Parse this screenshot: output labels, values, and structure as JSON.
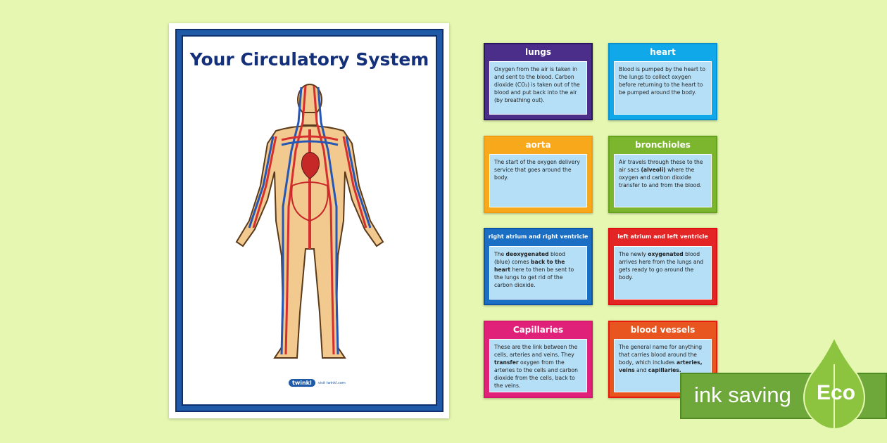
{
  "poster": {
    "title": "Your Circulatory System",
    "logo_text": "twinkl",
    "logo_url": "visit twinkl.com"
  },
  "cards": [
    {
      "title": "lungs",
      "color": "#4a2e8a",
      "border": "#2b1666",
      "small": false,
      "body": [
        {
          "t": "Oxygen from the air is taken in and sent to the blood. Carbon dioxide (CO₂) is taken out of the blood and put back into the air (by breathing out)."
        }
      ]
    },
    {
      "title": "heart",
      "color": "#10a8e8",
      "border": "#0a8fd0",
      "small": false,
      "body": [
        {
          "t": "Blood is pumped by the heart to the lungs to collect oxygen before returning to the heart to be pumped around the body."
        }
      ]
    },
    {
      "title": "aorta",
      "color": "#f7a81b",
      "border": "#f39c12",
      "small": false,
      "body": [
        {
          "t": "The start of the oxygen delivery service that goes around the body."
        }
      ]
    },
    {
      "title": "bronchioles",
      "color": "#7bb62e",
      "border": "#66a21f",
      "small": false,
      "body": [
        {
          "t": "Air travels through these to the air sacs "
        },
        {
          "t": "(alveoli)",
          "b": true
        },
        {
          "t": " where the oxygen and carbon dioxide transfer to and from the blood."
        }
      ]
    },
    {
      "title": "right atrium and right ventricle",
      "color": "#1a6fc4",
      "border": "#0d55a8",
      "small": true,
      "body": [
        {
          "t": "The "
        },
        {
          "t": "deoxygenated",
          "b": true
        },
        {
          "t": " blood (blue) comes "
        },
        {
          "t": "back to the heart",
          "b": true
        },
        {
          "t": " here to then be sent to the lungs to get rid of the carbon dioxide."
        }
      ]
    },
    {
      "title": "left atrium and left ventricle",
      "color": "#e42525",
      "border": "#e01010",
      "small": true,
      "body": [
        {
          "t": "The newly "
        },
        {
          "t": "oxygenated",
          "b": true
        },
        {
          "t": " blood arrives here from the lungs and gets ready to go around the body."
        }
      ]
    },
    {
      "title": "Capillaries",
      "color": "#e0217a",
      "border": "#d81870",
      "small": false,
      "body": [
        {
          "t": "These are the link between the cells, arteries and veins. They "
        },
        {
          "t": "transfer",
          "b": true
        },
        {
          "t": " oxygen from the arteries to the cells and carbon dioxide from the cells, back to the veins."
        }
      ]
    },
    {
      "title": "blood vessels",
      "color": "#e8551f",
      "border": "#e81a10",
      "small": false,
      "body": [
        {
          "t": "The general name for anything that carries blood around the body, which includes "
        },
        {
          "t": "arteries, veins",
          "b": true
        },
        {
          "t": " and "
        },
        {
          "t": "capillaries.",
          "b": true
        }
      ]
    }
  ],
  "badge": {
    "text": "ink saving",
    "label": "Eco",
    "color": "#6ea83a"
  }
}
